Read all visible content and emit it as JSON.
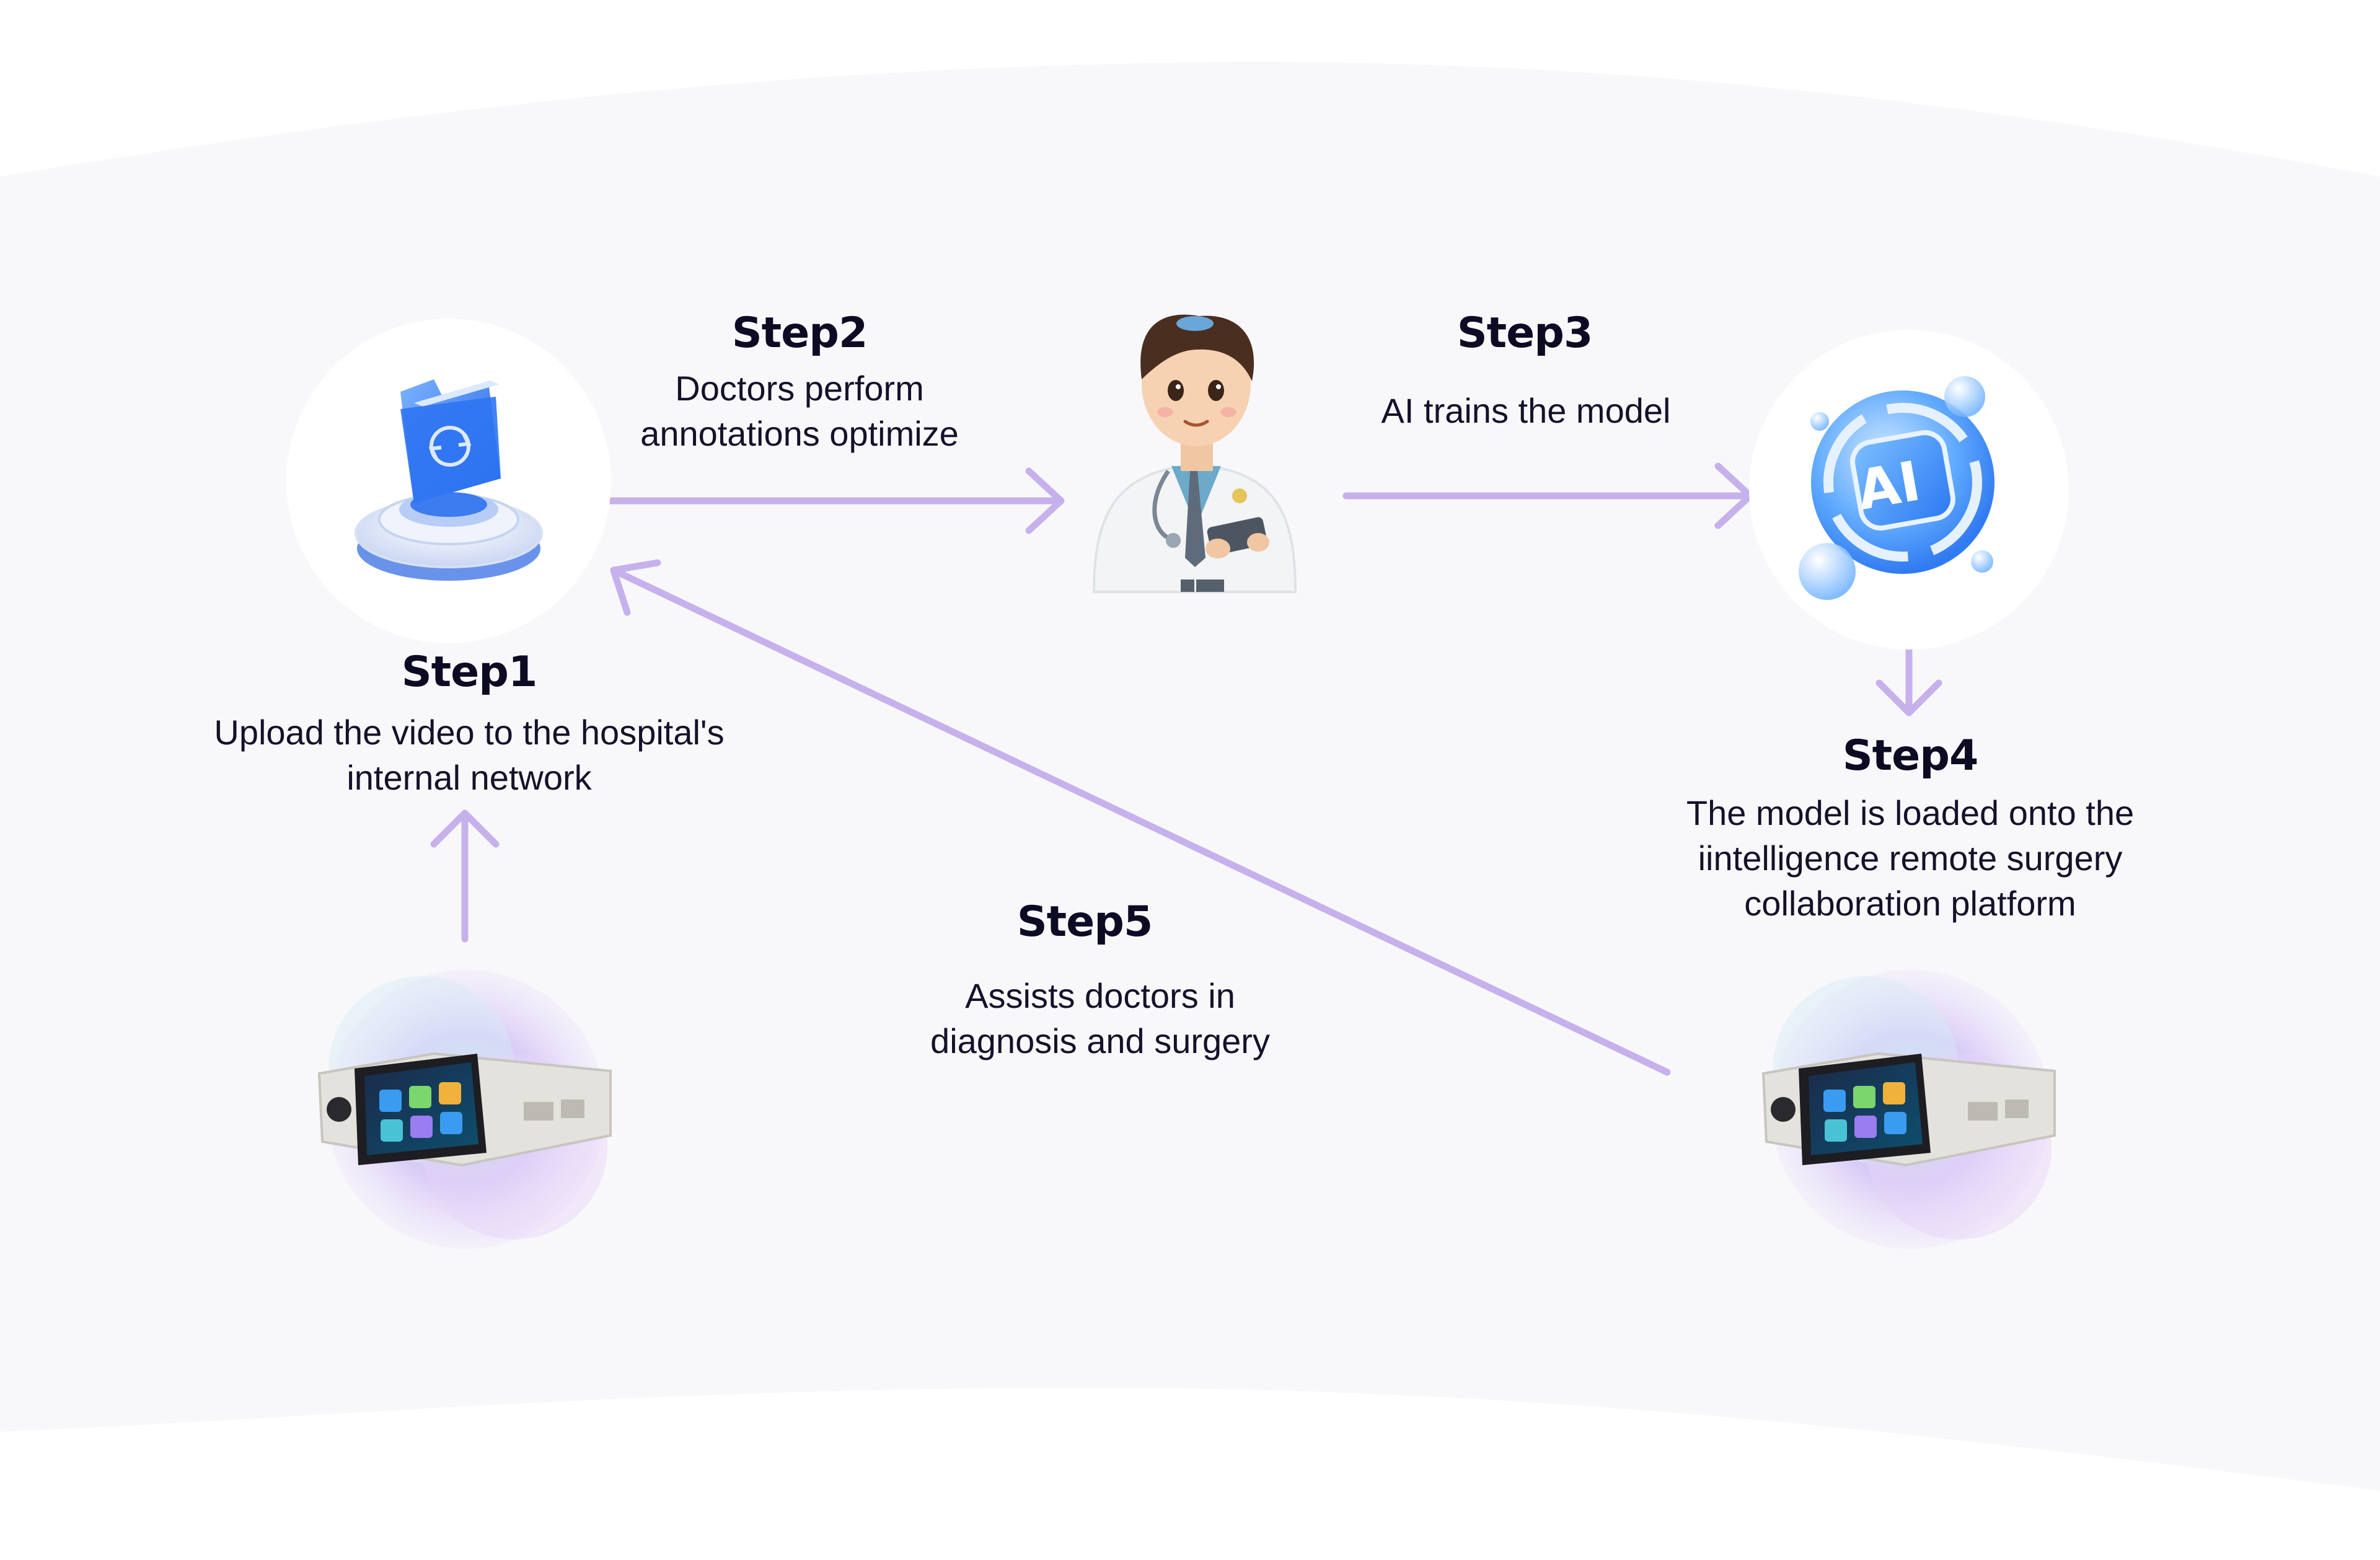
{
  "colors": {
    "arrow": "#c6b1ec",
    "text": "#14122a",
    "title": "#0d0a24",
    "panel": "#f8f8fa"
  },
  "steps": {
    "step1": {
      "title": "Step1",
      "desc": "Upload the video to the hospital's\ninternal network",
      "icon": "upload-folder-icon"
    },
    "step2": {
      "title": "Step2",
      "desc": "Doctors perform\nannotations optimize",
      "icon": "doctor-avatar"
    },
    "step3": {
      "title": "Step3",
      "desc": "AI trains the model",
      "icon": "ai-orb-icon",
      "badge": "AI"
    },
    "step4": {
      "title": "Step4",
      "desc": "The model is loaded onto the\niintelligence remote surgery\ncollaboration platform",
      "icon": "surgery-device"
    },
    "step5": {
      "title": "Step5",
      "desc": "Assists doctors in\ndiagnosis and surgery",
      "icon": "surgery-device"
    }
  }
}
